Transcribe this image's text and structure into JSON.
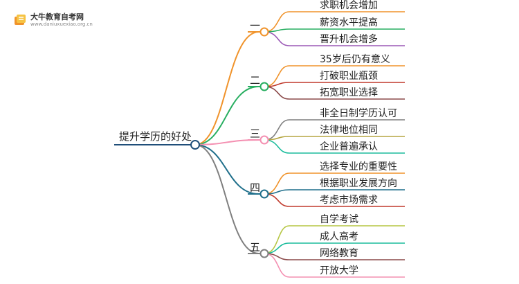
{
  "logo": {
    "name": "大牛教育自考网",
    "url": "www.daniuxuexiao.org.cn"
  },
  "root": {
    "label": "提升学历的好处",
    "color": "#1f4e79"
  },
  "branches": [
    {
      "label": "一",
      "color": "#f0932b",
      "children": [
        {
          "label": "求职机会增加",
          "color": "#f0932b"
        },
        {
          "label": "薪资水平提高",
          "color": "#27ae60"
        },
        {
          "label": "晋升机会增多",
          "color": "#9b59b6"
        }
      ]
    },
    {
      "label": "二",
      "color": "#27ae60",
      "children": [
        {
          "label": "35岁后仍有意义",
          "color": "#f0932b"
        },
        {
          "label": "打破职业瓶颈",
          "color": "#c0392b"
        },
        {
          "label": "拓宽职业选择",
          "color": "#8b4a4a"
        }
      ]
    },
    {
      "label": "三",
      "color": "#f48fb1",
      "children": [
        {
          "label": "非全日制学历认可",
          "color": "#7f7f7f"
        },
        {
          "label": "法律地位相同",
          "color": "#b5a642"
        },
        {
          "label": "企业普遍承认",
          "color": "#1abc9c"
        }
      ]
    },
    {
      "label": "四",
      "color": "#1f6f8b",
      "children": [
        {
          "label": "选择专业的重要性",
          "color": "#f0932b"
        },
        {
          "label": "根据职业发展方向",
          "color": "#1f6f8b"
        },
        {
          "label": "考虑市场需求",
          "color": "#c0392b"
        }
      ]
    },
    {
      "label": "五",
      "color": "#7f7f7f",
      "children": [
        {
          "label": "自学考试",
          "color": "#b5c642"
        },
        {
          "label": "成人高考",
          "color": "#1abc9c"
        },
        {
          "label": "网络教育",
          "color": "#8b4a4a"
        },
        {
          "label": "开放大学",
          "color": "#f48fb1"
        }
      ]
    }
  ]
}
